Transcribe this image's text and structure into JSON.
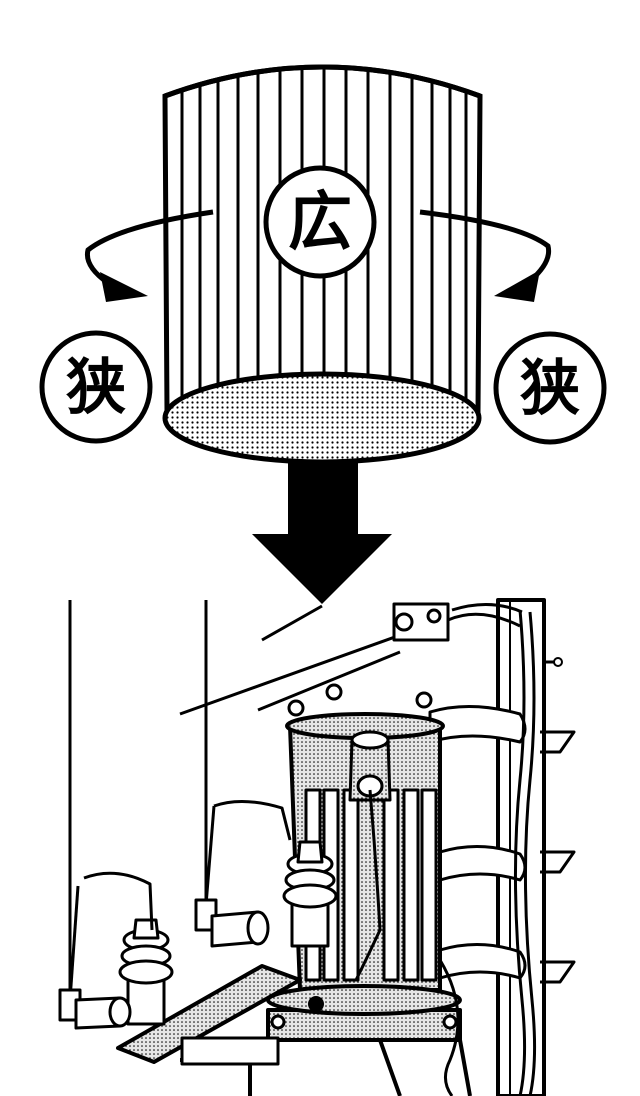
{
  "diagram": {
    "cylinder": {
      "center_label": "広",
      "left_label": "狭",
      "right_label": "狭"
    },
    "colors": {
      "ink": "#000000",
      "paper": "#ffffff",
      "dot_fill": "#000000"
    }
  }
}
